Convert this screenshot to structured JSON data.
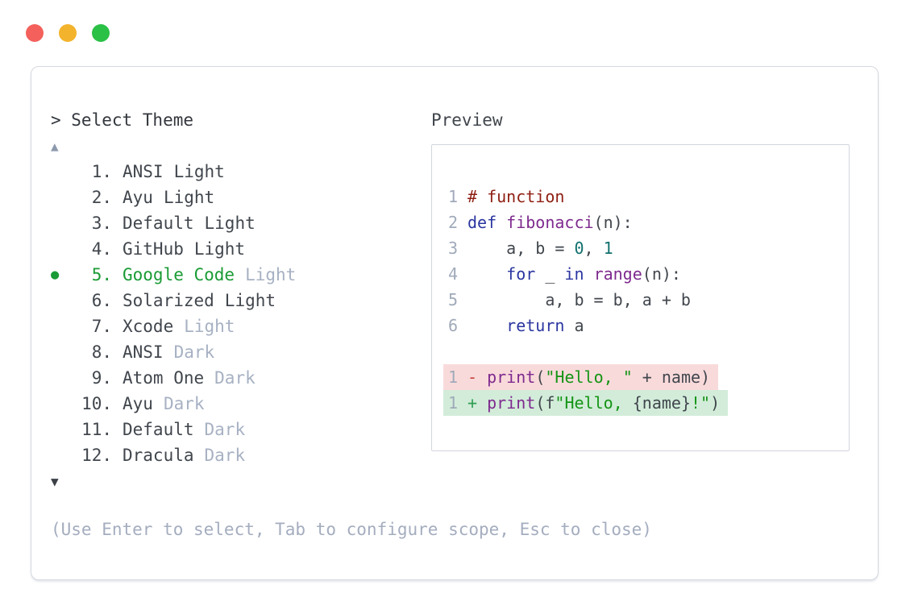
{
  "window": {
    "controls": [
      {
        "name": "close",
        "color": "#f4615c"
      },
      {
        "name": "minimize",
        "color": "#f3b32c"
      },
      {
        "name": "maximize",
        "color": "#2bc046"
      }
    ]
  },
  "dialog": {
    "prompt": "> Select Theme",
    "scroll_up": "▲",
    "scroll_down": "▼",
    "selected_marker": "●",
    "selected_item": "Google Code Light",
    "footer_hint": "(Use Enter to select, Tab to configure scope, Esc to close)",
    "items": [
      {
        "num": "1.",
        "name": "ANSI",
        "variant": "Light"
      },
      {
        "num": "2.",
        "name": "Ayu",
        "variant": "Light"
      },
      {
        "num": "3.",
        "name": "Default",
        "variant": "Light"
      },
      {
        "num": "4.",
        "name": "GitHub",
        "variant": "Light"
      },
      {
        "num": "5.",
        "name": "Google Code",
        "variant": "Light"
      },
      {
        "num": "6.",
        "name": "Solarized",
        "variant": "Light"
      },
      {
        "num": "7.",
        "name": "Xcode",
        "variant": "Light"
      },
      {
        "num": "8.",
        "name": "ANSI",
        "variant": "Dark"
      },
      {
        "num": "9.",
        "name": "Atom One",
        "variant": "Dark"
      },
      {
        "num": "10.",
        "name": "Ayu",
        "variant": "Dark"
      },
      {
        "num": "11.",
        "name": "Default",
        "variant": "Dark"
      },
      {
        "num": "12.",
        "name": "Dracula",
        "variant": "Dark"
      }
    ]
  },
  "preview": {
    "title": "Preview",
    "code": [
      {
        "no": "1",
        "tokens": [
          {
            "t": "# function"
          }
        ]
      },
      {
        "no": "2",
        "tokens": [
          {
            "t": "def"
          },
          {
            "t": " "
          },
          {
            "t": "fibonacci"
          },
          {
            "t": "(n):"
          }
        ]
      },
      {
        "no": "3",
        "tokens": [
          {
            "t": "    a, b = "
          },
          {
            "t": "0"
          },
          {
            "t": ", "
          },
          {
            "t": "1"
          }
        ]
      },
      {
        "no": "4",
        "tokens": [
          {
            "t": "    "
          },
          {
            "t": "for"
          },
          {
            "t": " _ "
          },
          {
            "t": "in"
          },
          {
            "t": " "
          },
          {
            "t": "range"
          },
          {
            "t": "(n):"
          }
        ]
      },
      {
        "no": "5",
        "tokens": [
          {
            "t": "        a, b = b, a + b"
          }
        ]
      },
      {
        "no": "6",
        "tokens": [
          {
            "t": "    "
          },
          {
            "t": "return"
          },
          {
            "t": " a"
          }
        ]
      }
    ],
    "diff": [
      {
        "no": "1",
        "kind": "removed",
        "tokens": [
          {
            "t": "- "
          },
          {
            "t": "print"
          },
          {
            "t": "("
          },
          {
            "t": "\"Hello, \""
          },
          {
            "t": " + name)"
          }
        ]
      },
      {
        "no": "1",
        "kind": "added",
        "tokens": [
          {
            "t": "+ "
          },
          {
            "t": "print"
          },
          {
            "t": "(f"
          },
          {
            "t": "\"Hello, "
          },
          {
            "t": "{name}"
          },
          {
            "t": "!\""
          },
          {
            "t": ")"
          }
        ]
      }
    ]
  },
  "colors": {
    "accent_green": "#1a9b35",
    "dim_text": "#a7b1c3",
    "dark_text": "#41464d",
    "keyword": "#2b36a0",
    "function_name": "#7e2a8e",
    "comment": "#8e1e12",
    "number": "#11706e",
    "string": "#149414",
    "diff_removed_bg": "#f9dadb",
    "diff_added_bg": "#d2ecd9",
    "diff_minus": "#c4403a",
    "diff_plus": "#2f9e52",
    "panel_border": "#d5d9e0"
  }
}
